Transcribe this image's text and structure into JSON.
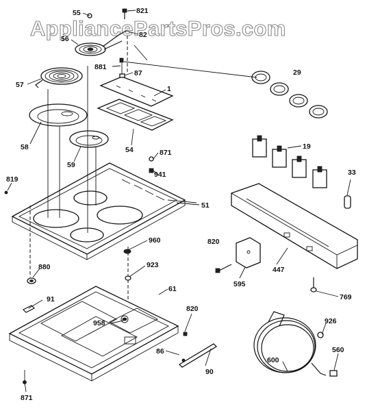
{
  "watermark": "AppliancePartsPros.com",
  "labels": {
    "p55": "55",
    "p821": "821",
    "p82": "82",
    "p56": "56",
    "p881": "881",
    "p87": "87",
    "p29": "29",
    "p1": "1",
    "p57": "57",
    "p58": "58",
    "p54": "54",
    "p59": "59",
    "p871a": "871",
    "p19": "19",
    "p941": "941",
    "p33": "33",
    "p819": "819",
    "p51": "51",
    "p820a": "820",
    "p880": "880",
    "p960": "960",
    "p447": "447",
    "p923": "923",
    "p595": "595",
    "p61": "61",
    "p769": "769",
    "p91": "91",
    "p958": "958",
    "p820b": "820",
    "p926": "926",
    "p86": "86",
    "p600": "600",
    "p560": "560",
    "p90": "90",
    "p871b": "871"
  }
}
